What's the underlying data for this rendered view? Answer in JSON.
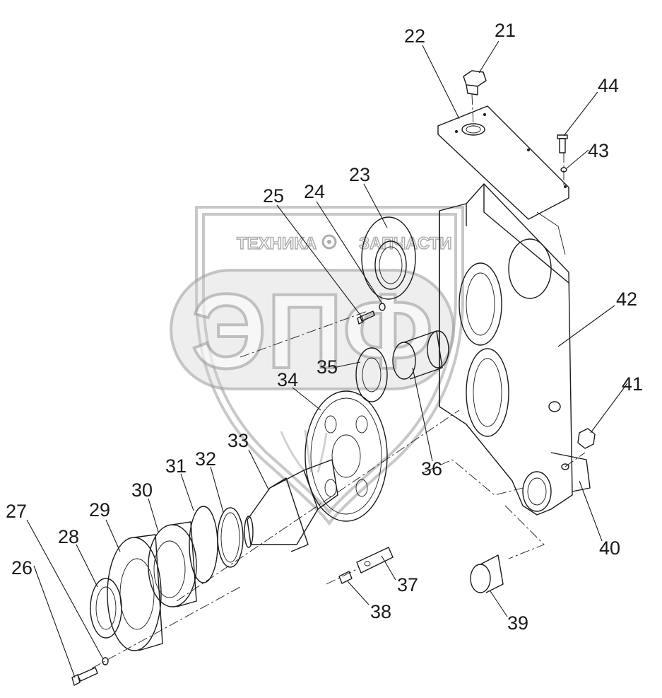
{
  "watermark": {
    "left_text": "ТЕХНИКА",
    "right_text": "ЗАПЧАСТИ",
    "logo_text": "ЭПФ"
  },
  "callouts": [
    {
      "id": "c21",
      "label": "21"
    },
    {
      "id": "c22",
      "label": "22"
    },
    {
      "id": "c23",
      "label": "23"
    },
    {
      "id": "c24",
      "label": "24"
    },
    {
      "id": "c25",
      "label": "25"
    },
    {
      "id": "c26",
      "label": "26"
    },
    {
      "id": "c27",
      "label": "27"
    },
    {
      "id": "c28",
      "label": "28"
    },
    {
      "id": "c29",
      "label": "29"
    },
    {
      "id": "c30",
      "label": "30"
    },
    {
      "id": "c31",
      "label": "31"
    },
    {
      "id": "c32",
      "label": "32"
    },
    {
      "id": "c33",
      "label": "33"
    },
    {
      "id": "c34",
      "label": "34"
    },
    {
      "id": "c35",
      "label": "35"
    },
    {
      "id": "c36",
      "label": "36"
    },
    {
      "id": "c37",
      "label": "37"
    },
    {
      "id": "c38",
      "label": "38"
    },
    {
      "id": "c39",
      "label": "39"
    },
    {
      "id": "c40",
      "label": "40"
    },
    {
      "id": "c41",
      "label": "41"
    },
    {
      "id": "c42",
      "label": "42"
    },
    {
      "id": "c43",
      "label": "43"
    },
    {
      "id": "c44",
      "label": "44"
    }
  ]
}
